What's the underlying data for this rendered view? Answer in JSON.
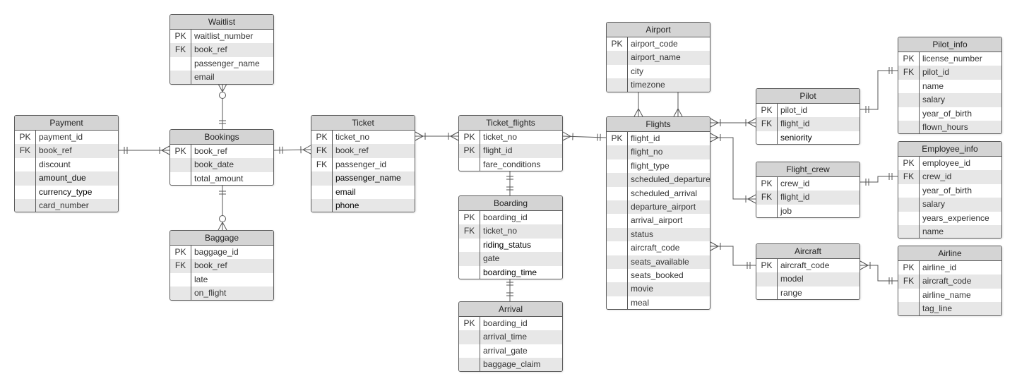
{
  "entities": [
    {
      "id": "waitlist",
      "title": "Waitlist",
      "fields": [
        {
          "key": "PK",
          "name": "waitlist_number"
        },
        {
          "key": "FK",
          "name": "book_ref"
        },
        {
          "key": "",
          "name": "passenger_name"
        },
        {
          "key": "",
          "name": "email"
        }
      ]
    },
    {
      "id": "payment",
      "title": "Payment",
      "fields": [
        {
          "key": "PK",
          "name": "payment_id"
        },
        {
          "key": "FK",
          "name": "book_ref"
        },
        {
          "key": "",
          "name": "discount"
        },
        {
          "key": "",
          "name": "amount_due"
        },
        {
          "key": "",
          "name": "currency_type"
        },
        {
          "key": "",
          "name": "card_number"
        }
      ]
    },
    {
      "id": "bookings",
      "title": "Bookings",
      "fields": [
        {
          "key": "PK",
          "name": "book_ref"
        },
        {
          "key": "",
          "name": "book_date"
        },
        {
          "key": "",
          "name": "total_amount"
        }
      ]
    },
    {
      "id": "baggage",
      "title": "Baggage",
      "fields": [
        {
          "key": "PK",
          "name": "baggage_id"
        },
        {
          "key": "FK",
          "name": "book_ref"
        },
        {
          "key": "",
          "name": "late"
        },
        {
          "key": "",
          "name": "on_flight"
        }
      ]
    },
    {
      "id": "ticket",
      "title": "Ticket",
      "fields": [
        {
          "key": "PK",
          "name": "ticket_no"
        },
        {
          "key": "FK",
          "name": "book_ref"
        },
        {
          "key": "FK",
          "name": "passenger_id"
        },
        {
          "key": "",
          "name": "passenger_name"
        },
        {
          "key": "",
          "name": "email"
        },
        {
          "key": "",
          "name": "phone"
        }
      ]
    },
    {
      "id": "ticket_flights",
      "title": "Ticket_flights",
      "fields": [
        {
          "key": "PK",
          "name": "ticket_no"
        },
        {
          "key": "PK",
          "name": "flight_id"
        },
        {
          "key": "",
          "name": "fare_conditions"
        }
      ]
    },
    {
      "id": "boarding",
      "title": "Boarding",
      "fields": [
        {
          "key": "PK",
          "name": "boarding_id"
        },
        {
          "key": "FK",
          "name": "ticket_no"
        },
        {
          "key": "",
          "name": "riding_status"
        },
        {
          "key": "",
          "name": "gate"
        },
        {
          "key": "",
          "name": "boarding_time"
        }
      ]
    },
    {
      "id": "arrival",
      "title": "Arrival",
      "fields": [
        {
          "key": "PK",
          "name": "boarding_id"
        },
        {
          "key": "",
          "name": "arrival_time"
        },
        {
          "key": "",
          "name": "arrival_gate"
        },
        {
          "key": "",
          "name": "baggage_claim"
        }
      ]
    },
    {
      "id": "airport",
      "title": "Airport",
      "fields": [
        {
          "key": "PK",
          "name": "airport_code"
        },
        {
          "key": "",
          "name": "airport_name"
        },
        {
          "key": "",
          "name": "city"
        },
        {
          "key": "",
          "name": "timezone"
        }
      ]
    },
    {
      "id": "flights",
      "title": "Flights",
      "fields": [
        {
          "key": "PK",
          "name": "flight_id"
        },
        {
          "key": "",
          "name": "flight_no"
        },
        {
          "key": "",
          "name": "flight_type"
        },
        {
          "key": "",
          "name": "scheduled_departure"
        },
        {
          "key": "",
          "name": "scheduled_arrival"
        },
        {
          "key": "",
          "name": "departure_airport"
        },
        {
          "key": "",
          "name": "arrival_airport"
        },
        {
          "key": "",
          "name": "status"
        },
        {
          "key": "",
          "name": "aircraft_code"
        },
        {
          "key": "",
          "name": "seats_available"
        },
        {
          "key": "",
          "name": "seats_booked"
        },
        {
          "key": "",
          "name": "movie"
        },
        {
          "key": "",
          "name": "meal"
        }
      ]
    },
    {
      "id": "pilot",
      "title": "Pilot",
      "fields": [
        {
          "key": "PK",
          "name": "pilot_id"
        },
        {
          "key": "FK",
          "name": "flight_id"
        },
        {
          "key": "",
          "name": "seniority"
        }
      ]
    },
    {
      "id": "pilot_info",
      "title": "Pilot_info",
      "fields": [
        {
          "key": "PK",
          "name": "license_number"
        },
        {
          "key": "FK",
          "name": "pilot_id"
        },
        {
          "key": "",
          "name": "name"
        },
        {
          "key": "",
          "name": "salary"
        },
        {
          "key": "",
          "name": "year_of_birth"
        },
        {
          "key": "",
          "name": "flown_hours"
        }
      ]
    },
    {
      "id": "flight_crew",
      "title": "Flight_crew",
      "fields": [
        {
          "key": "PK",
          "name": "crew_id"
        },
        {
          "key": "FK",
          "name": "flight_id"
        },
        {
          "key": "",
          "name": "job"
        }
      ]
    },
    {
      "id": "employee_info",
      "title": "Employee_info",
      "fields": [
        {
          "key": "PK",
          "name": "employee_id"
        },
        {
          "key": "FK",
          "name": "crew_id"
        },
        {
          "key": "",
          "name": "year_of_birth"
        },
        {
          "key": "",
          "name": "salary"
        },
        {
          "key": "",
          "name": "years_experience"
        },
        {
          "key": "",
          "name": "name"
        }
      ]
    },
    {
      "id": "aircraft",
      "title": "Aircraft",
      "fields": [
        {
          "key": "PK",
          "name": "aircraft_code"
        },
        {
          "key": "",
          "name": "model"
        },
        {
          "key": "",
          "name": "range"
        }
      ]
    },
    {
      "id": "airline",
      "title": "Airline",
      "fields": [
        {
          "key": "PK",
          "name": "airline_id"
        },
        {
          "key": "FK",
          "name": "aircraft_code"
        },
        {
          "key": "",
          "name": "airline_name"
        },
        {
          "key": "",
          "name": "tag_line"
        }
      ]
    }
  ],
  "relationships": [
    {
      "from": "bookings",
      "to": "waitlist",
      "from_end": "one-only",
      "to_end": "zero-or-many"
    },
    {
      "from": "payment",
      "to": "bookings",
      "from_end": "one-only",
      "to_end": "one-or-many"
    },
    {
      "from": "bookings",
      "to": "baggage",
      "from_end": "one-only",
      "to_end": "zero-or-many"
    },
    {
      "from": "bookings",
      "to": "ticket",
      "from_end": "one-only",
      "to_end": "one-or-many"
    },
    {
      "from": "ticket",
      "to": "ticket_flights",
      "from_end": "one-or-many",
      "to_end": "one-or-many"
    },
    {
      "from": "ticket_flights",
      "to": "flights",
      "from_end": "one-or-many",
      "to_end": "one-only"
    },
    {
      "from": "ticket_flights",
      "to": "boarding",
      "from_end": "one-only",
      "to_end": "one-only"
    },
    {
      "from": "boarding",
      "to": "arrival",
      "from_end": "one-only",
      "to_end": "one-only"
    },
    {
      "from": "airport",
      "to": "flights",
      "from_end": "none",
      "to_end": "many"
    },
    {
      "from": "flights",
      "to": "pilot",
      "from_end": "one-or-many",
      "to_end": "one-or-many"
    },
    {
      "from": "flights",
      "to": "flight_crew",
      "from_end": "one-or-many",
      "to_end": "one-or-many"
    },
    {
      "from": "flights",
      "to": "aircraft",
      "from_end": "one-or-many",
      "to_end": "one-only"
    },
    {
      "from": "pilot",
      "to": "pilot_info",
      "from_end": "one-only",
      "to_end": "one-only"
    },
    {
      "from": "flight_crew",
      "to": "employee_info",
      "from_end": "one-only",
      "to_end": "one-only"
    },
    {
      "from": "aircraft",
      "to": "airline",
      "from_end": "one-or-many",
      "to_end": "one-only"
    }
  ]
}
